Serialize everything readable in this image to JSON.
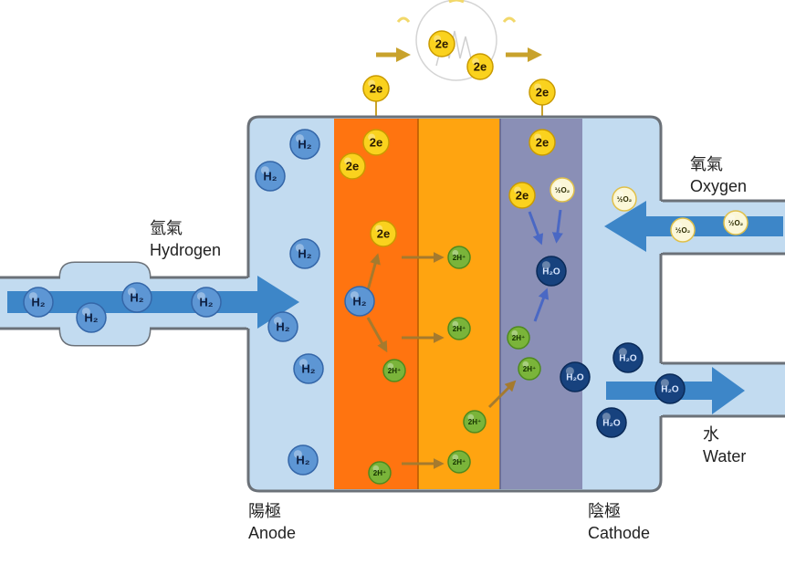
{
  "colors": {
    "cell_bg": "#c2dbf0",
    "cell_border": "#6b7178",
    "anode_layer": "#ff7410",
    "electrolyte_layer": "#ffa410",
    "cathode_layer": "#8a8fb6",
    "flow_arrow": "#3d86c8",
    "ion_arrow": "#a57a2e",
    "cathode_arrow": "#4a68c4",
    "electron_arrow": "#c8a22c",
    "electron_fill": "#fad21e",
    "h2_fill": "#5d96d4",
    "ion_fill": "#7ab43a",
    "water_fill": "#17427e"
  },
  "labels": {
    "hydrogen_cn": "氫氣",
    "hydrogen_en": "Hydrogen",
    "oxygen_cn": "氧氣",
    "oxygen_en": "Oxygen",
    "water_cn": "水",
    "water_en": "Water",
    "anode_cn": "陽極",
    "anode_en": "Anode",
    "cathode_cn": "陰極",
    "cathode_en": "Cathode"
  },
  "molecules": {
    "electron": "2e",
    "hydrogen": "H₂",
    "hydrogen_ion": "2H⁺",
    "oxygen": "½O₂",
    "water": "H₂O"
  }
}
